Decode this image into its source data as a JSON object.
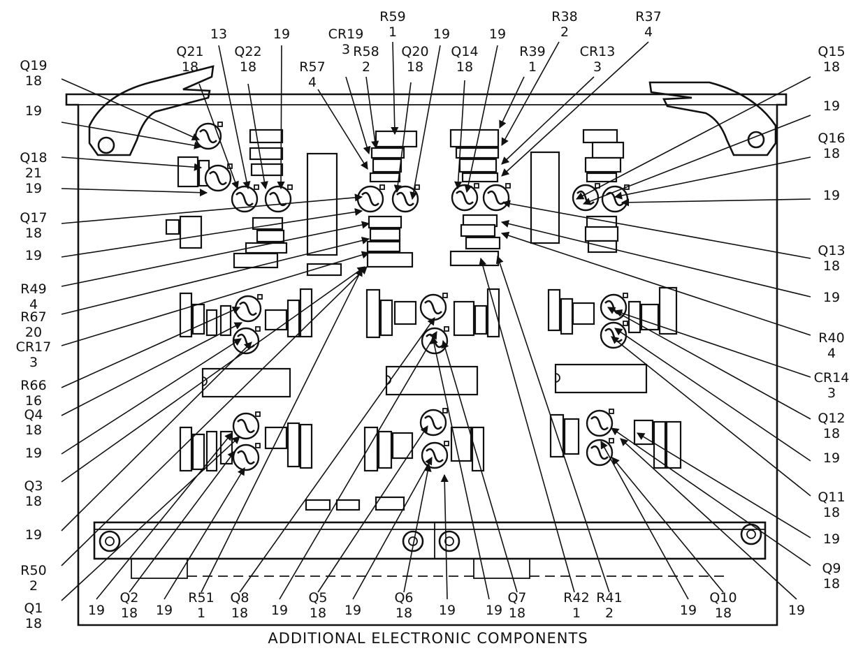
{
  "caption": "ADDITIONAL ELECTRONIC COMPONENTS",
  "callouts": [
    {
      "lines": [
        "Q19",
        "18"
      ]
    },
    {
      "lines": [
        "19"
      ]
    },
    {
      "lines": [
        "Q18",
        "21"
      ]
    },
    {
      "lines": [
        "19"
      ]
    },
    {
      "lines": [
        "Q21",
        "18"
      ]
    },
    {
      "lines": [
        "13"
      ]
    },
    {
      "lines": [
        "Q22",
        "18"
      ]
    },
    {
      "lines": [
        "19"
      ]
    },
    {
      "lines": [
        "CR19",
        "3"
      ]
    },
    {
      "lines": [
        "R59",
        "1"
      ]
    },
    {
      "lines": [
        "R57",
        "4"
      ]
    },
    {
      "lines": [
        "R58",
        "2"
      ]
    },
    {
      "lines": [
        "Q20",
        "18"
      ]
    },
    {
      "lines": [
        "19"
      ]
    },
    {
      "lines": [
        "Q14",
        "18"
      ]
    },
    {
      "lines": [
        "19"
      ]
    },
    {
      "lines": [
        "R39",
        "1"
      ]
    },
    {
      "lines": [
        "R38",
        "2"
      ]
    },
    {
      "lines": [
        "CR13",
        "3"
      ]
    },
    {
      "lines": [
        "R37",
        "4"
      ]
    },
    {
      "lines": [
        "Q15",
        "18"
      ]
    },
    {
      "lines": [
        "19"
      ]
    },
    {
      "lines": [
        "Q16",
        "18"
      ]
    },
    {
      "lines": [
        "19"
      ]
    },
    {
      "lines": [
        "Q17",
        "18"
      ]
    },
    {
      "lines": [
        "19"
      ]
    },
    {
      "lines": [
        "R49",
        "4"
      ]
    },
    {
      "lines": [
        "R67",
        "20"
      ]
    },
    {
      "lines": [
        "CR17",
        "3"
      ]
    },
    {
      "lines": [
        "R66",
        "16"
      ]
    },
    {
      "lines": [
        "Q4",
        "18"
      ]
    },
    {
      "lines": [
        "19"
      ]
    },
    {
      "lines": [
        "Q3",
        "18"
      ]
    },
    {
      "lines": [
        "19"
      ]
    },
    {
      "lines": [
        "R50",
        "2"
      ]
    },
    {
      "lines": [
        "Q1",
        "18"
      ]
    },
    {
      "lines": [
        "19"
      ]
    },
    {
      "lines": [
        "Q2",
        "18"
      ]
    },
    {
      "lines": [
        "19"
      ]
    },
    {
      "lines": [
        "R51",
        "1"
      ]
    },
    {
      "lines": [
        "Q8",
        "18"
      ]
    },
    {
      "lines": [
        "19"
      ]
    },
    {
      "lines": [
        "Q5",
        "18"
      ]
    },
    {
      "lines": [
        "19"
      ]
    },
    {
      "lines": [
        "Q6",
        "18"
      ]
    },
    {
      "lines": [
        "19"
      ]
    },
    {
      "lines": [
        "19"
      ]
    },
    {
      "lines": [
        "Q7",
        "18"
      ]
    },
    {
      "lines": [
        "R42",
        "1"
      ]
    },
    {
      "lines": [
        "R41",
        "2"
      ]
    },
    {
      "lines": [
        "19"
      ]
    },
    {
      "lines": [
        "Q10",
        "18"
      ]
    },
    {
      "lines": [
        "19"
      ]
    },
    {
      "lines": [
        "Q13",
        "18"
      ]
    },
    {
      "lines": [
        "19"
      ]
    },
    {
      "lines": [
        "R40",
        "4"
      ]
    },
    {
      "lines": [
        "CR14",
        "3"
      ]
    },
    {
      "lines": [
        "Q12",
        "18"
      ]
    },
    {
      "lines": [
        "19"
      ]
    },
    {
      "lines": [
        "Q11",
        "18"
      ]
    },
    {
      "lines": [
        "19"
      ]
    },
    {
      "lines": [
        "Q9",
        "18"
      ]
    }
  ]
}
